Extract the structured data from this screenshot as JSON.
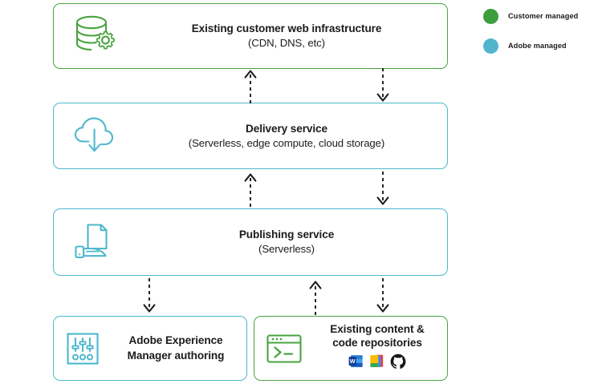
{
  "diagram": {
    "boxes": [
      {
        "id": "infra",
        "title": "Existing customer web infrastructure",
        "subtitle": "(CDN, DNS, etc)",
        "icon": "database-gear-icon",
        "color": "#4aa340",
        "managed_by": "Customer managed"
      },
      {
        "id": "delivery",
        "title": "Delivery service",
        "subtitle": "(Serverless, edge compute, cloud storage)",
        "icon": "cloud-download-icon",
        "color": "#4db8cc",
        "managed_by": "Adobe managed"
      },
      {
        "id": "publishing",
        "title": "Publishing service",
        "subtitle": "(Serverless)",
        "icon": "document-publish-icon",
        "color": "#4db8cc",
        "managed_by": "Adobe managed"
      },
      {
        "id": "aem",
        "title_line1": "Adobe Experience",
        "title_line2": "Manager authoring",
        "icon": "sliders-icon",
        "color": "#4db8cc",
        "managed_by": "Adobe managed"
      },
      {
        "id": "repos",
        "title_line1": "Existing content &",
        "title_line2": "code repositories",
        "icon": "terminal-window-icon",
        "color": "#4aa340",
        "managed_by": "Customer managed",
        "logos": [
          {
            "name": "microsoft-word-logo",
            "color": "#2b579a"
          },
          {
            "name": "google-docs-drive-logo",
            "color": "#fbbc04"
          },
          {
            "name": "github-logo",
            "color": "#181717"
          }
        ]
      }
    ],
    "connectors": [
      {
        "name": "infra-to-delivery-up-arrow",
        "from": "delivery",
        "to": "infra",
        "direction": "up",
        "style": "dashed"
      },
      {
        "name": "infra-to-delivery-down-arrow",
        "from": "infra",
        "to": "delivery",
        "direction": "down",
        "style": "dashed"
      },
      {
        "name": "delivery-to-publishing-up-arrow",
        "from": "publishing",
        "to": "delivery",
        "direction": "up",
        "style": "dashed"
      },
      {
        "name": "delivery-to-publishing-down-arrow",
        "from": "delivery",
        "to": "publishing",
        "direction": "down",
        "style": "dashed"
      },
      {
        "name": "publishing-to-aem-down-arrow",
        "from": "publishing",
        "to": "aem",
        "direction": "down",
        "style": "dashed"
      },
      {
        "name": "repos-to-publishing-up-arrow",
        "from": "repos",
        "to": "publishing",
        "direction": "up",
        "style": "dashed"
      },
      {
        "name": "publishing-to-repos-down-arrow",
        "from": "publishing",
        "to": "repos",
        "direction": "down",
        "style": "dashed"
      }
    ]
  },
  "legend": {
    "items": [
      {
        "label": "Customer managed",
        "color": "#3d9e3d"
      },
      {
        "label": "Adobe managed",
        "color": "#52b5cc"
      }
    ]
  }
}
